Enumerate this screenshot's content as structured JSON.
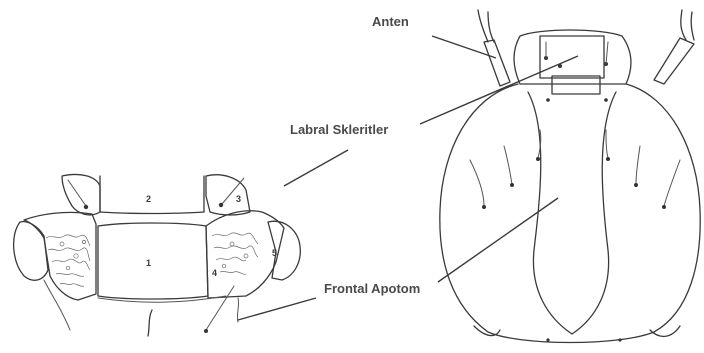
{
  "labels": {
    "antenna": "Anten",
    "labral_sclerites": "Labral Skleritler",
    "frontal_apotome": "Frontal Apotom"
  },
  "sclerite_numbers": {
    "n1": "1",
    "n2": "2",
    "n3": "3",
    "n4": "4",
    "n5": "5"
  },
  "colors": {
    "ink": "#3a3a3a",
    "label": "#4a4a4a",
    "background": "#ffffff"
  }
}
